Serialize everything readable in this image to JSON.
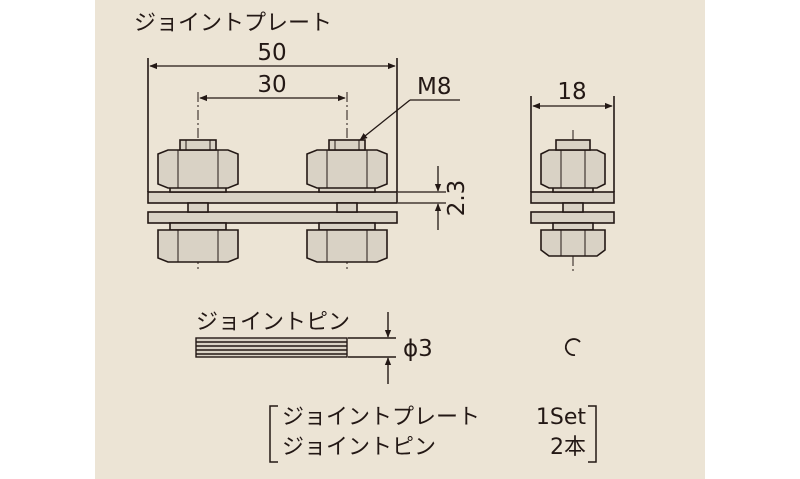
{
  "colors": {
    "background": "#ece4d5",
    "outer": "#ffffff",
    "ink": "#231815",
    "part_fill": "#d9d2c5"
  },
  "plate": {
    "title": "ジョイントプレート",
    "dim_overall": "50",
    "dim_pitch": "30",
    "bolt_size": "M8",
    "dim_thickness": "2.3",
    "dim_width": "18"
  },
  "pin": {
    "title": "ジョイントピン",
    "diameter": "ϕ3"
  },
  "set_list": {
    "rows": [
      {
        "name": "ジョイントプレート",
        "qty": "1Set"
      },
      {
        "name": "ジョイントピン",
        "qty": "2本"
      }
    ]
  }
}
